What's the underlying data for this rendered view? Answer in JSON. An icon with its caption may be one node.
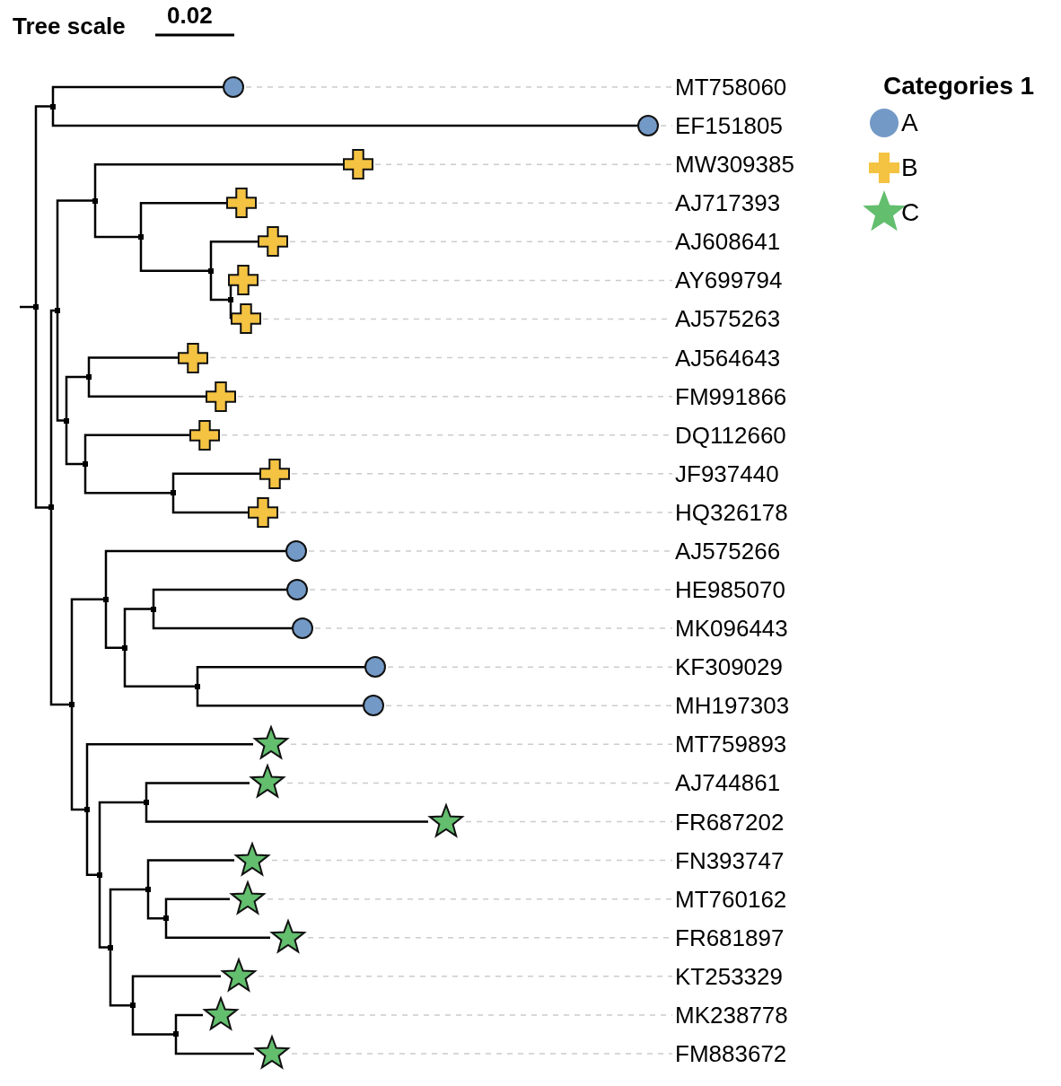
{
  "diagram": {
    "nodes": [
      {
        "text": [],
        "shape": "point"
      },
      {
        "text": [],
        "shape": "point"
      },
      {
        "text": [],
        "shape": "point"
      },
      {
        "text": [],
        "shape": "point"
      },
      {
        "text": [],
        "shape": "point"
      },
      {
        "text": [],
        "shape": "point"
      },
      {
        "text": [],
        "shape": "point"
      },
      {
        "text": [],
        "shape": "point"
      },
      {
        "text": [],
        "shape": "point"
      },
      {
        "text": [],
        "shape": "point"
      },
      {
        "text": [],
        "shape": "point"
      },
      {
        "text": [],
        "shape": "point"
      },
      {
        "text": [],
        "shape": "point"
      },
      {
        "text": [],
        "shape": "point"
      },
      {
        "text": [],
        "shape": "point"
      },
      {
        "text": [],
        "shape": "point"
      },
      {
        "text": [],
        "shape": "point"
      },
      {
        "text": [],
        "shape": "point"
      },
      {
        "text": [],
        "shape": "point"
      },
      {
        "text": [],
        "shape": "point"
      },
      {
        "text": [],
        "shape": "point"
      },
      {
        "text": [],
        "shape": "point"
      },
      {
        "text": [],
        "shape": "point"
      },
      {
        "text": [],
        "shape": "point"
      },
      {
        "text": [],
        "shape": "point"
      },
      {
        "text": [],
        "shape": "circle"
      },
      {
        "text": [
          "MT758060"
        ]
      },
      {
        "text": [],
        "shape": "circle"
      },
      {
        "text": [
          "EF151805"
        ]
      },
      {
        "text": [],
        "shape": "cross"
      },
      {
        "text": [
          "MW309385"
        ]
      },
      {
        "text": [],
        "shape": "cross"
      },
      {
        "text": [
          "AJ717393"
        ]
      },
      {
        "text": [],
        "shape": "cross"
      },
      {
        "text": [
          "AJ608641"
        ]
      },
      {
        "text": [],
        "shape": "cross"
      },
      {
        "text": [
          "AY699794"
        ]
      },
      {
        "text": [],
        "shape": "cross"
      },
      {
        "text": [
          "AJ575263"
        ]
      },
      {
        "text": [],
        "shape": "cross"
      },
      {
        "text": [
          "AJ564643"
        ]
      },
      {
        "text": [],
        "shape": "cross"
      },
      {
        "text": [
          "FM991866"
        ]
      },
      {
        "text": [],
        "shape": "cross"
      },
      {
        "text": [
          "DQ112660"
        ]
      },
      {
        "text": [],
        "shape": "cross"
      },
      {
        "text": [
          "JF937440"
        ]
      },
      {
        "text": [],
        "shape": "cross"
      },
      {
        "text": [
          "HQ326178"
        ]
      },
      {
        "text": [],
        "shape": "circle"
      },
      {
        "text": [
          "AJ575266"
        ]
      },
      {
        "text": [],
        "shape": "circle"
      },
      {
        "text": [
          "HE985070"
        ]
      },
      {
        "text": [],
        "shape": "circle"
      },
      {
        "text": [
          "MK096443"
        ]
      },
      {
        "text": [],
        "shape": "circle"
      },
      {
        "text": [
          "KF309029"
        ]
      },
      {
        "text": [],
        "shape": "circle"
      },
      {
        "text": [
          "MH197303"
        ]
      },
      {
        "text": [],
        "shape": "star"
      },
      {
        "text": [
          "MT759893"
        ]
      },
      {
        "text": [],
        "shape": "star"
      },
      {
        "text": [
          "AJ744861"
        ]
      },
      {
        "text": [],
        "shape": "star"
      },
      {
        "text": [
          "FR687202"
        ]
      },
      {
        "text": [],
        "shape": "star"
      },
      {
        "text": [
          "FN393747"
        ]
      },
      {
        "text": [],
        "shape": "star"
      },
      {
        "text": [
          "MT760162"
        ]
      },
      {
        "text": [],
        "shape": "star"
      },
      {
        "text": [
          "FR681897"
        ]
      },
      {
        "text": [],
        "shape": "star"
      },
      {
        "text": [
          "KT253329"
        ]
      },
      {
        "text": [],
        "shape": "star"
      },
      {
        "text": [
          "MK238778"
        ]
      },
      {
        "text": [],
        "shape": "star"
      },
      {
        "text": [
          "FM883672"
        ]
      }
    ],
    "edges": [
      {
        "from": null,
        "to": 0,
        "arrow": "none"
      },
      {
        "from": 0,
        "to": 1,
        "arrow": "none"
      },
      {
        "from": 0,
        "to": 2,
        "arrow": "none"
      },
      {
        "from": 1,
        "to": 25,
        "arrow": "none"
      },
      {
        "from": 1,
        "to": 27,
        "arrow": "none"
      },
      {
        "from": 2,
        "to": 3,
        "arrow": "none"
      },
      {
        "from": 2,
        "to": 12,
        "arrow": "none"
      },
      {
        "from": 3,
        "to": 4,
        "arrow": "none"
      },
      {
        "from": 3,
        "to": 8,
        "arrow": "none"
      },
      {
        "from": 4,
        "to": 29,
        "arrow": "none"
      },
      {
        "from": 4,
        "to": 5,
        "arrow": "none"
      },
      {
        "from": 5,
        "to": 31,
        "arrow": "none"
      },
      {
        "from": 5,
        "to": 6,
        "arrow": "none"
      },
      {
        "from": 6,
        "to": 33,
        "arrow": "none"
      },
      {
        "from": 6,
        "to": 7,
        "arrow": "none"
      },
      {
        "from": 7,
        "to": 35,
        "arrow": "none"
      },
      {
        "from": 7,
        "to": 37,
        "arrow": "none"
      },
      {
        "from": 8,
        "to": 9,
        "arrow": "none"
      },
      {
        "from": 8,
        "to": 10,
        "arrow": "none"
      },
      {
        "from": 9,
        "to": 39,
        "arrow": "none"
      },
      {
        "from": 9,
        "to": 41,
        "arrow": "none"
      },
      {
        "from": 10,
        "to": 43,
        "arrow": "none"
      },
      {
        "from": 10,
        "to": 11,
        "arrow": "none"
      },
      {
        "from": 11,
        "to": 45,
        "arrow": "none"
      },
      {
        "from": 11,
        "to": 47,
        "arrow": "none"
      },
      {
        "from": 12,
        "to": 13,
        "arrow": "none"
      },
      {
        "from": 12,
        "to": 17,
        "arrow": "none"
      },
      {
        "from": 13,
        "to": 49,
        "arrow": "none"
      },
      {
        "from": 13,
        "to": 14,
        "arrow": "none"
      },
      {
        "from": 14,
        "to": 15,
        "arrow": "none"
      },
      {
        "from": 14,
        "to": 16,
        "arrow": "none"
      },
      {
        "from": 15,
        "to": 51,
        "arrow": "none"
      },
      {
        "from": 15,
        "to": 53,
        "arrow": "none"
      },
      {
        "from": 16,
        "to": 55,
        "arrow": "none"
      },
      {
        "from": 16,
        "to": 57,
        "arrow": "none"
      },
      {
        "from": 17,
        "to": 59,
        "arrow": "none"
      },
      {
        "from": 17,
        "to": 18,
        "arrow": "none"
      },
      {
        "from": 18,
        "to": 19,
        "arrow": "none"
      },
      {
        "from": 18,
        "to": 20,
        "arrow": "none"
      },
      {
        "from": 19,
        "to": 61,
        "arrow": "none"
      },
      {
        "from": 19,
        "to": 63,
        "arrow": "none"
      },
      {
        "from": 20,
        "to": 21,
        "arrow": "none"
      },
      {
        "from": 20,
        "to": 23,
        "arrow": "none"
      },
      {
        "from": 21,
        "to": 65,
        "arrow": "none"
      },
      {
        "from": 21,
        "to": 22,
        "arrow": "none"
      },
      {
        "from": 22,
        "to": 67,
        "arrow": "none"
      },
      {
        "from": 22,
        "to": 69,
        "arrow": "none"
      },
      {
        "from": 23,
        "to": 71,
        "arrow": "none"
      },
      {
        "from": 23,
        "to": 24,
        "arrow": "none"
      },
      {
        "from": 24,
        "to": 73,
        "arrow": "none"
      },
      {
        "from": 24,
        "to": 75,
        "arrow": "none"
      },
      {
        "from": 25,
        "to": 26,
        "arrow": "none",
        "style": "dashed",
        "color": "#cccccc"
      },
      {
        "from": 27,
        "to": 28,
        "arrow": "none",
        "style": "dashed",
        "color": "#cccccc"
      },
      {
        "from": 29,
        "to": 30,
        "arrow": "none",
        "style": "dashed",
        "color": "#cccccc"
      },
      {
        "from": 31,
        "to": 32,
        "arrow": "none",
        "style": "dashed",
        "color": "#cccccc"
      },
      {
        "from": 33,
        "to": 34,
        "arrow": "none",
        "style": "dashed",
        "color": "#cccccc"
      },
      {
        "from": 35,
        "to": 36,
        "arrow": "none",
        "style": "dashed",
        "color": "#cccccc"
      },
      {
        "from": 37,
        "to": 38,
        "arrow": "none",
        "style": "dashed",
        "color": "#cccccc"
      },
      {
        "from": 39,
        "to": 40,
        "arrow": "none",
        "style": "dashed",
        "color": "#cccccc"
      },
      {
        "from": 41,
        "to": 42,
        "arrow": "none",
        "style": "dashed",
        "color": "#cccccc"
      },
      {
        "from": 43,
        "to": 44,
        "arrow": "none",
        "style": "dashed",
        "color": "#cccccc"
      },
      {
        "from": 45,
        "to": 46,
        "arrow": "none",
        "style": "dashed",
        "color": "#cccccc"
      },
      {
        "from": 47,
        "to": 48,
        "arrow": "none",
        "style": "dashed",
        "color": "#cccccc"
      },
      {
        "from": 49,
        "to": 50,
        "arrow": "none",
        "style": "dashed",
        "color": "#cccccc"
      },
      {
        "from": 51,
        "to": 52,
        "arrow": "none",
        "style": "dashed",
        "color": "#cccccc"
      },
      {
        "from": 53,
        "to": 54,
        "arrow": "none",
        "style": "dashed",
        "color": "#cccccc"
      },
      {
        "from": 55,
        "to": 56,
        "arrow": "none",
        "style": "dashed",
        "color": "#cccccc"
      },
      {
        "from": 57,
        "to": 58,
        "arrow": "none",
        "style": "dashed",
        "color": "#cccccc"
      },
      {
        "from": 59,
        "to": 60,
        "arrow": "none",
        "style": "dashed",
        "color": "#cccccc"
      },
      {
        "from": 61,
        "to": 62,
        "arrow": "none",
        "style": "dashed",
        "color": "#cccccc"
      },
      {
        "from": 63,
        "to": 64,
        "arrow": "none",
        "style": "dashed",
        "color": "#cccccc"
      },
      {
        "from": 65,
        "to": 66,
        "arrow": "none",
        "style": "dashed",
        "color": "#cccccc"
      },
      {
        "from": 67,
        "to": 68,
        "arrow": "none",
        "style": "dashed",
        "color": "#cccccc"
      },
      {
        "from": 69,
        "to": 70,
        "arrow": "none",
        "style": "dashed",
        "color": "#cccccc"
      },
      {
        "from": 71,
        "to": 72,
        "arrow": "none",
        "style": "dashed",
        "color": "#cccccc"
      },
      {
        "from": 73,
        "to": 74,
        "arrow": "none",
        "style": "dashed",
        "color": "#cccccc"
      },
      {
        "from": 75,
        "to": 76,
        "arrow": "none",
        "style": "dashed",
        "color": "#cccccc"
      }
    ],
    "labels": [
      "Tree scale",
      "0.02",
      "Categories 1"
    ],
    "legend": [
      {
        "text": "A",
        "color": "#7399c6"
      },
      {
        "text": "B",
        "color": "#f5c342"
      },
      {
        "text": "C",
        "color": "#63be6e"
      }
    ]
  }
}
